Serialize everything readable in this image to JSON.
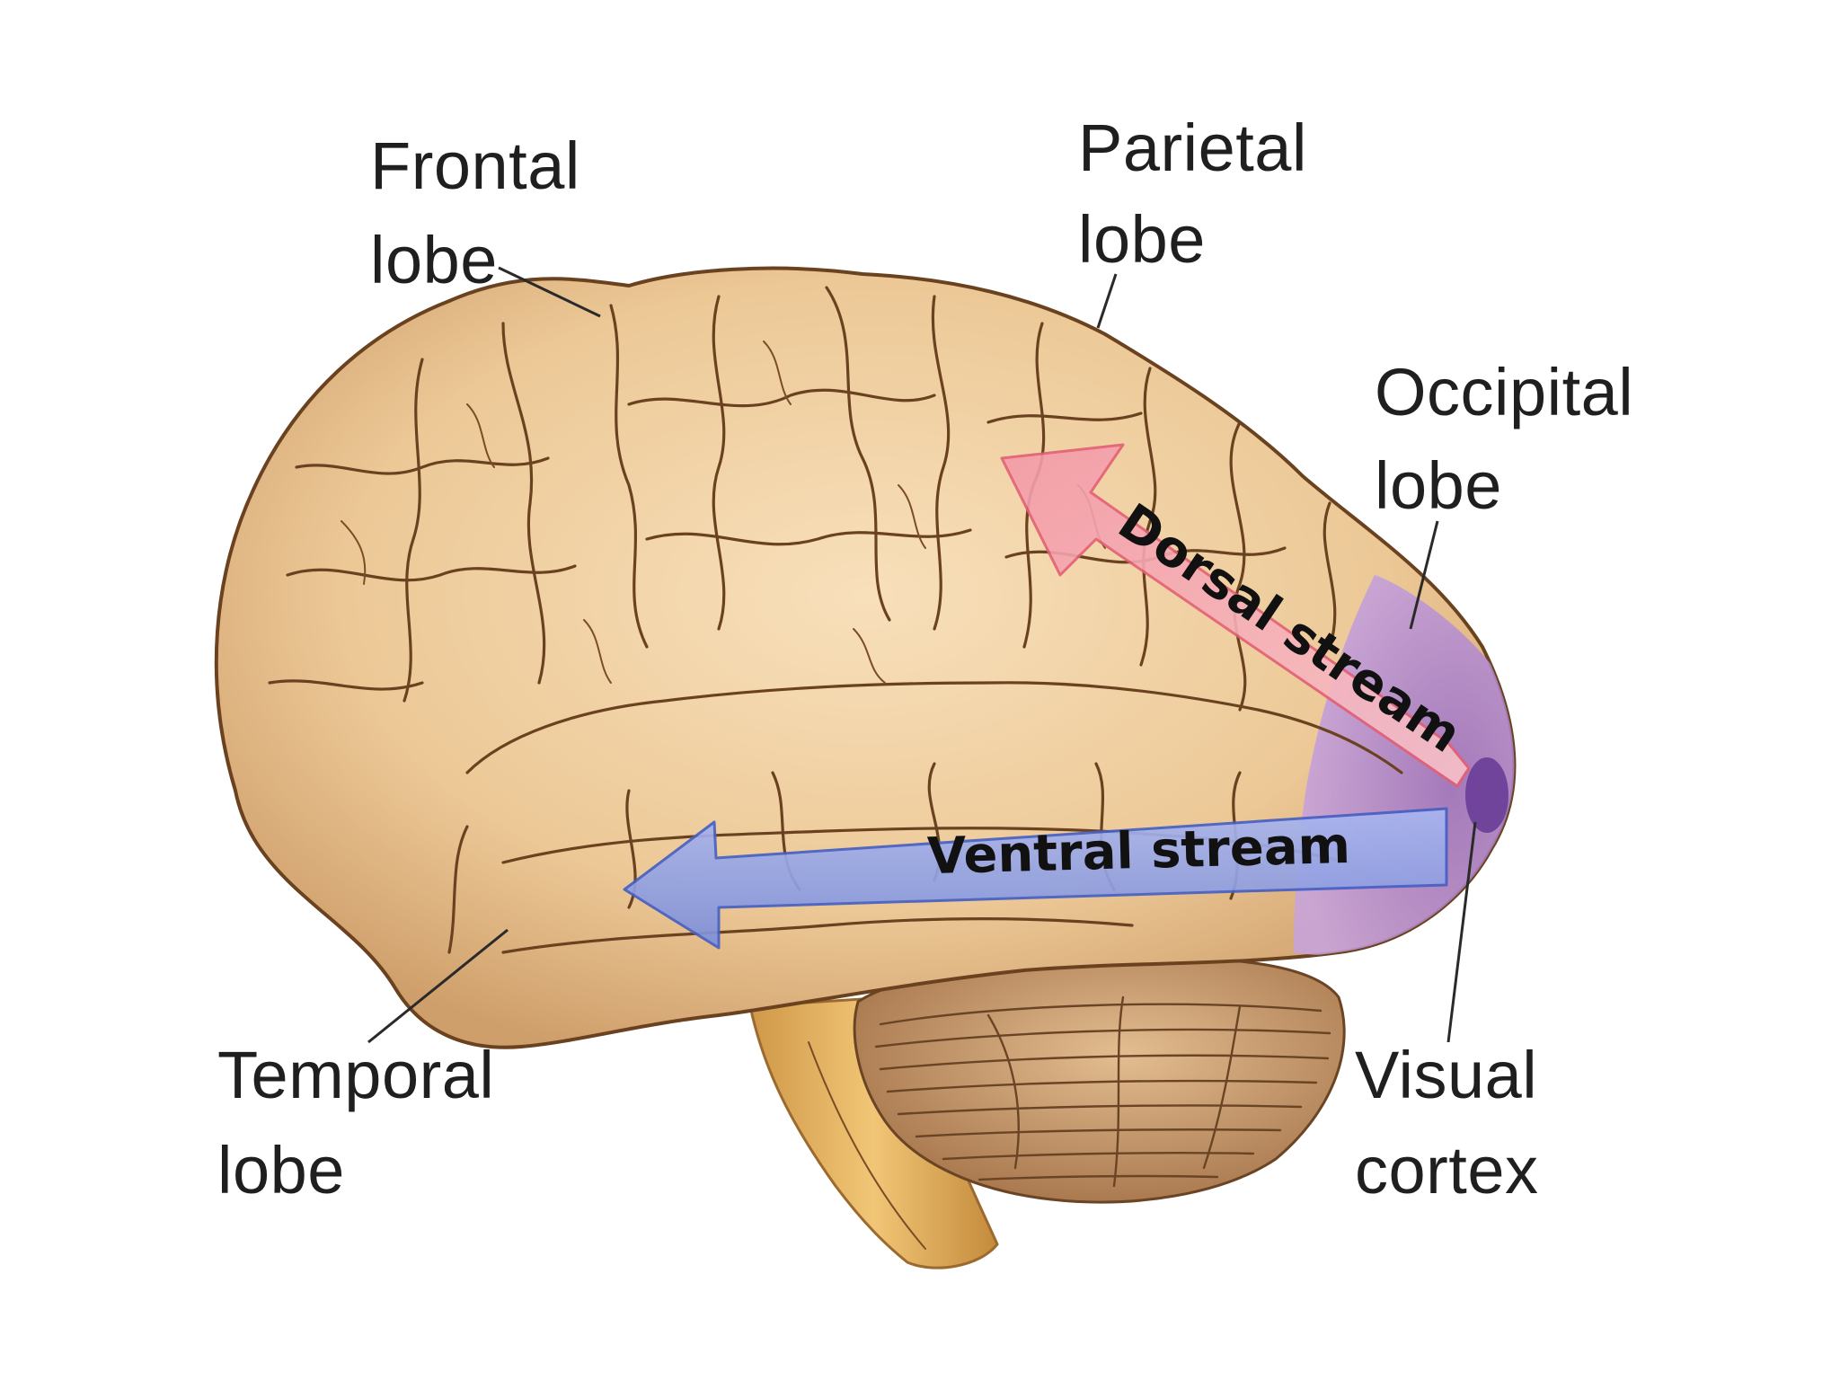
{
  "labels": {
    "frontal": [
      "Frontal",
      "lobe"
    ],
    "parietal": [
      "Parietal",
      "lobe"
    ],
    "occipital": [
      "Occipital",
      "lobe"
    ],
    "temporal": [
      "Temporal",
      "lobe"
    ],
    "visual": [
      "Visual",
      "cortex"
    ]
  },
  "streams": {
    "dorsal": "Dorsal stream",
    "ventral": "Ventral stream"
  },
  "colors": {
    "brain": "#eac595",
    "brain_shadow": "#c99a66",
    "fold": "#6b4220",
    "occipital_region": "#b991d8",
    "dorsal_arrow": "#f2a1ae",
    "ventral_arrow": "#8ea0e4",
    "brainstem": "#e2b162",
    "cerebellum": "#c69569"
  }
}
